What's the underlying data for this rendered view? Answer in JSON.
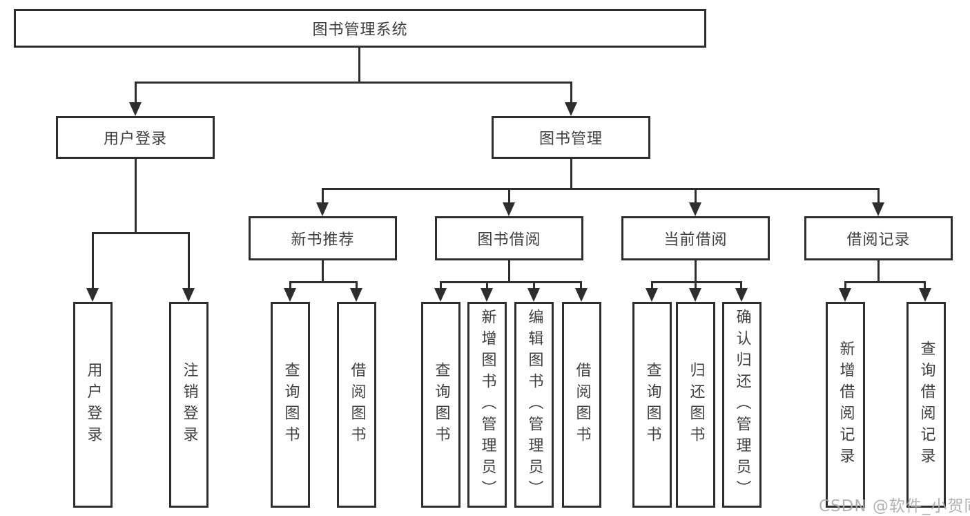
{
  "tree": {
    "root": {
      "label": "图书管理系统"
    },
    "branches": [
      {
        "label": "用户登录",
        "children": [
          {
            "label": "用户登录"
          },
          {
            "label": "注销登录"
          }
        ]
      },
      {
        "label": "图书管理",
        "groups": [
          {
            "label": "新书推荐",
            "children": [
              {
                "label": "查询图书"
              },
              {
                "label": "借阅图书"
              }
            ]
          },
          {
            "label": "图书借阅",
            "children": [
              {
                "label": "查询图书"
              },
              {
                "label": "新增图书（管理员）"
              },
              {
                "label": "编辑图书（管理员）"
              },
              {
                "label": "借阅图书"
              }
            ]
          },
          {
            "label": "当前借阅",
            "children": [
              {
                "label": "查询图书"
              },
              {
                "label": "归还图书"
              },
              {
                "label": "确认归还（管理员）"
              }
            ]
          },
          {
            "label": "借阅记录",
            "children": [
              {
                "label": "新增借阅记录"
              },
              {
                "label": "查询借阅记录"
              }
            ]
          }
        ]
      }
    ]
  },
  "colors": {
    "line": "#2e2e2e",
    "text": "#3f3f3f",
    "background": "#ffffff",
    "watermark": "#aaaaaa"
  },
  "watermark": {
    "text": "CSDN @软件_小贺同学"
  }
}
